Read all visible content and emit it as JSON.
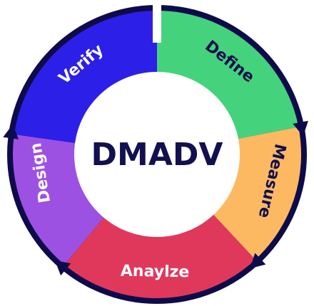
{
  "diagram": {
    "center_title": "DMADV",
    "colors": {
      "ring": "#0e0b4a",
      "center_text": "#13104f",
      "center_fill": "#ffffff"
    },
    "segments": [
      {
        "label": "Define",
        "color": "#45d27d",
        "text_color": "#13104f"
      },
      {
        "label": "Measure",
        "color": "#fdb962",
        "text_color": "#13104f"
      },
      {
        "label": "Anaylze",
        "color": "#e0385b",
        "text_color": "#ffffff"
      },
      {
        "label": "Design",
        "color": "#9d51e2",
        "text_color": "#ffffff"
      },
      {
        "label": "Verify",
        "color": "#2c1fe8",
        "text_color": "#ffffff"
      }
    ]
  }
}
